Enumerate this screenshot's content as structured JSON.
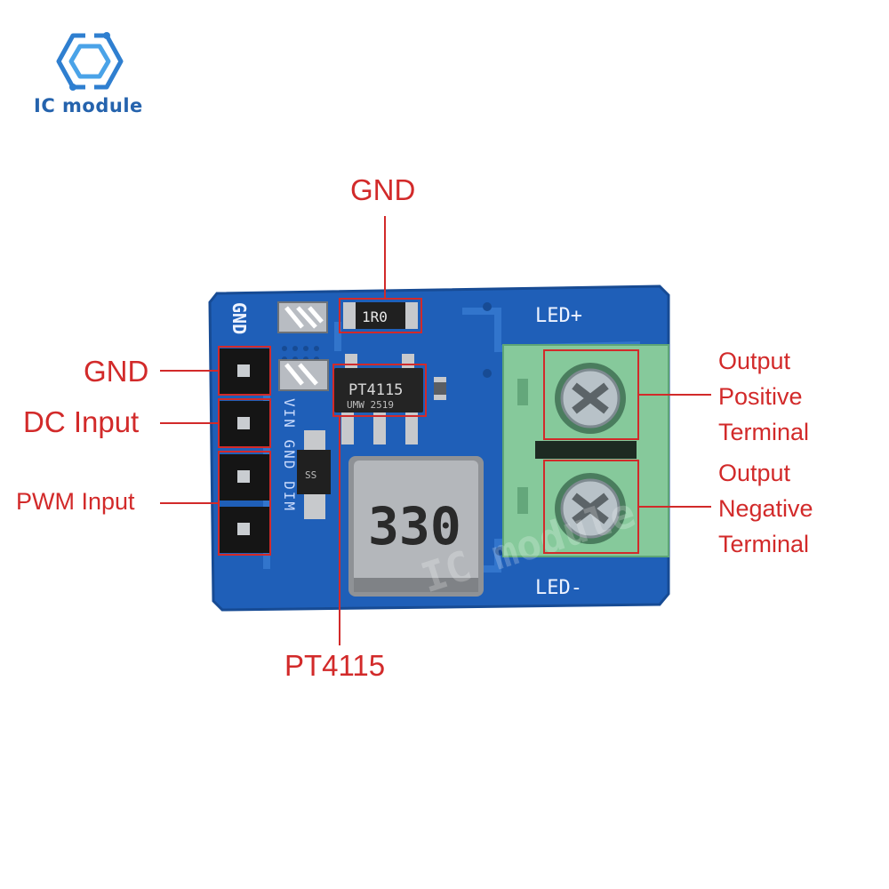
{
  "brand": {
    "name": "IC module",
    "logo_icon": "hexagon-circuit-logo"
  },
  "labels": {
    "gnd_top": "GND",
    "pin_gnd": "GND",
    "pin_dc_input": "DC Input",
    "pin_pwm_input": "PWM Input",
    "chip": "PT4115",
    "out_pos": [
      "Output",
      "Positive",
      "Terminal"
    ],
    "out_neg": [
      "Output",
      "Negative",
      "Terminal"
    ]
  },
  "board": {
    "silkscreen_gnd": "GND",
    "silkscreen_led_pos": "LED+",
    "silkscreen_led_neg": "LED-",
    "silkscreen_pins": "VIN GND DIM",
    "resistor_marking": "1R0",
    "chip_marking": "PT4115",
    "chip_code": "UMW 2519",
    "inductor_marking": "330",
    "diode_marking": "SS",
    "watermark": "IC module"
  },
  "colors": {
    "annotation": "#d22a2a",
    "pcb": "#1f5fb8",
    "terminal": "#86c99b",
    "brand": "#2563ad"
  }
}
